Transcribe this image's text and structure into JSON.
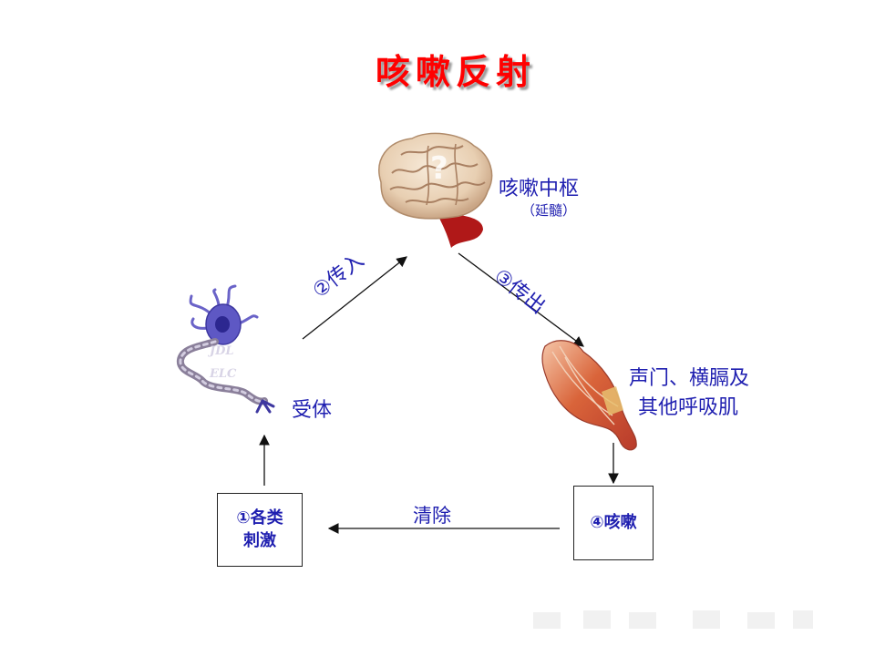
{
  "title": "咳嗽反射",
  "center": {
    "name": "咳嗽中枢",
    "sub": "（延髓）"
  },
  "afferent": "②传入",
  "efferent": "③传出",
  "receptor": "受体",
  "effector": {
    "line1": "声门、横膈及",
    "line2": "其他呼吸肌"
  },
  "stimulus": {
    "line1": "①各类",
    "line2": "刺激"
  },
  "cough": "④咳嗽",
  "clear": "清除",
  "neuron_text": {
    "line1": "JDL",
    "line2": "ELC"
  }
}
